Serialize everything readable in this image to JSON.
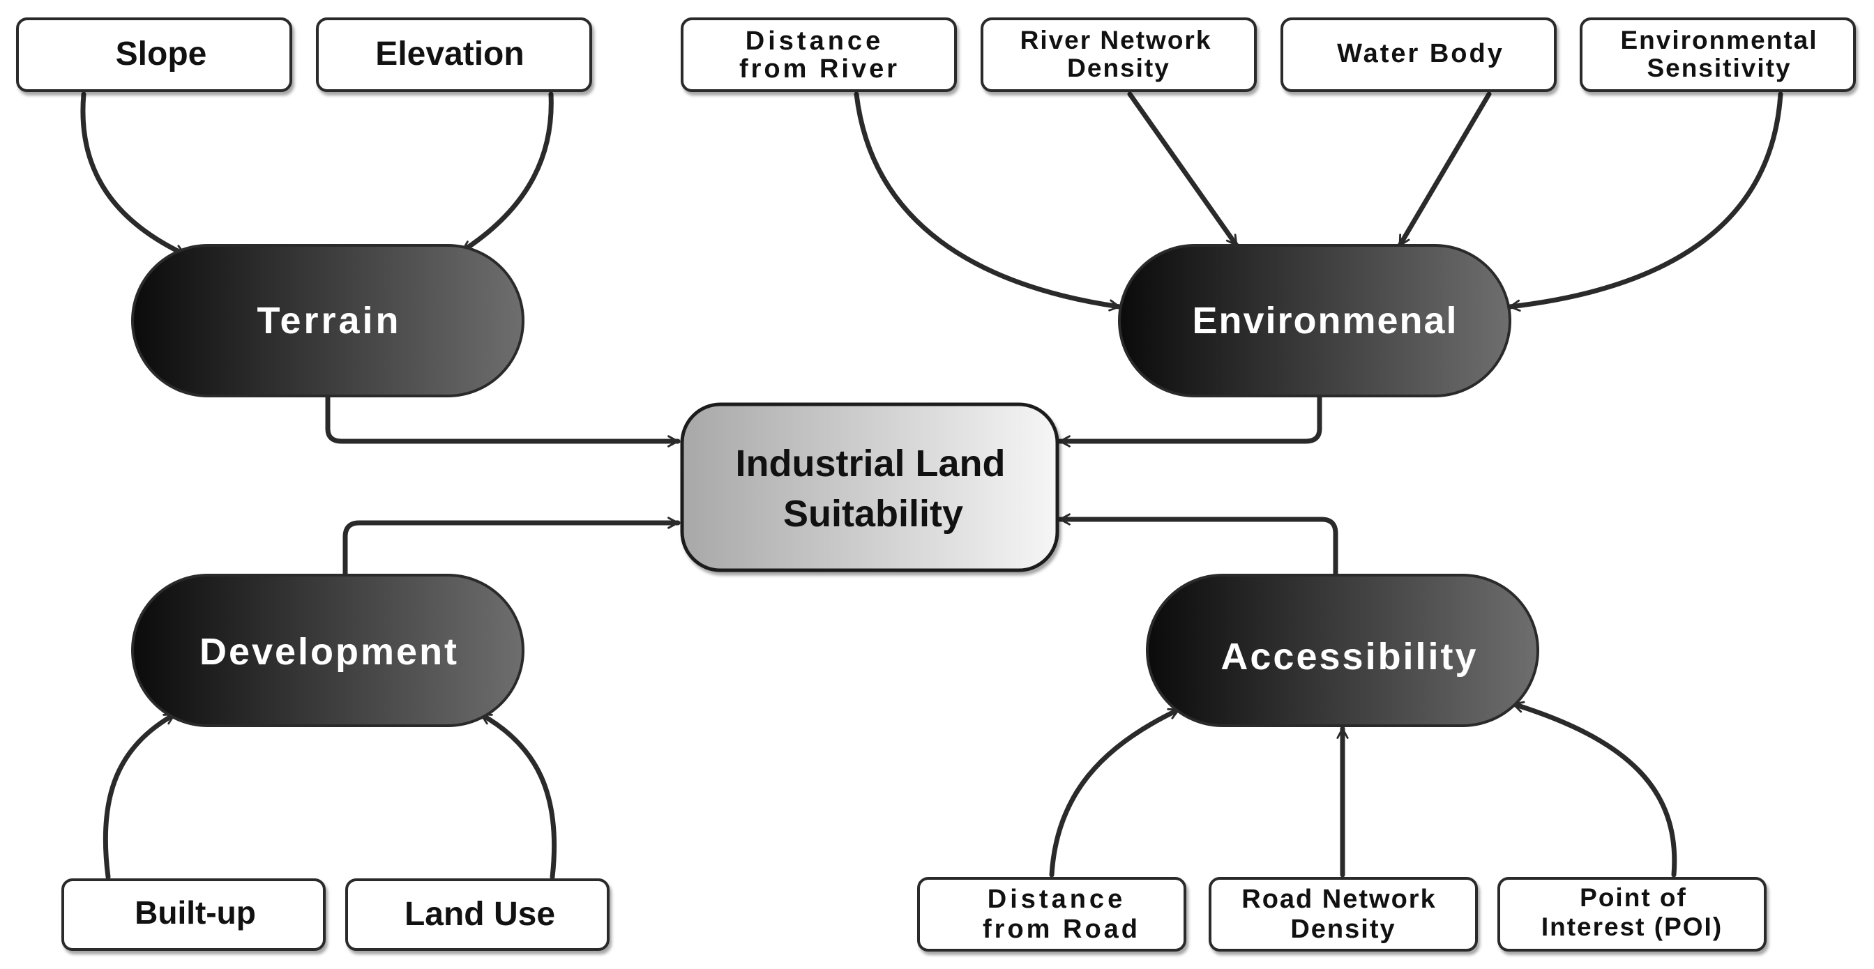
{
  "diagram": {
    "center": {
      "line1": "Industrial Land",
      "line2": "Suitability"
    },
    "categories": {
      "terrain": "Terrain",
      "environmental": "Environmenal",
      "development": "Development",
      "accessibility": "Accessibility"
    },
    "factors": {
      "slope": "Slope",
      "elevation": "Elevation",
      "distance_river_1": "Distance",
      "distance_river_2": "from River",
      "river_density_1": "River Network",
      "river_density_2": "Density",
      "water_body": "Water Body",
      "env_sensitivity_1": "Environmental",
      "env_sensitivity_2": "Sensitivity",
      "built_up": "Built-up",
      "land_use": "Land Use",
      "distance_road_1": "Distance",
      "distance_road_2": "from Road",
      "road_density_1": "Road Network",
      "road_density_2": "Density",
      "poi_1": "Point of",
      "poi_2": "Interest (POI)"
    },
    "colors": {
      "pill_dark": "#0b0b0b",
      "pill_light": "#6e6e6e",
      "center_dark": "#a8a8a8",
      "center_light": "#f6f6f6",
      "stroke": "#2a2a2a",
      "box_fill": "#ffffff"
    }
  }
}
